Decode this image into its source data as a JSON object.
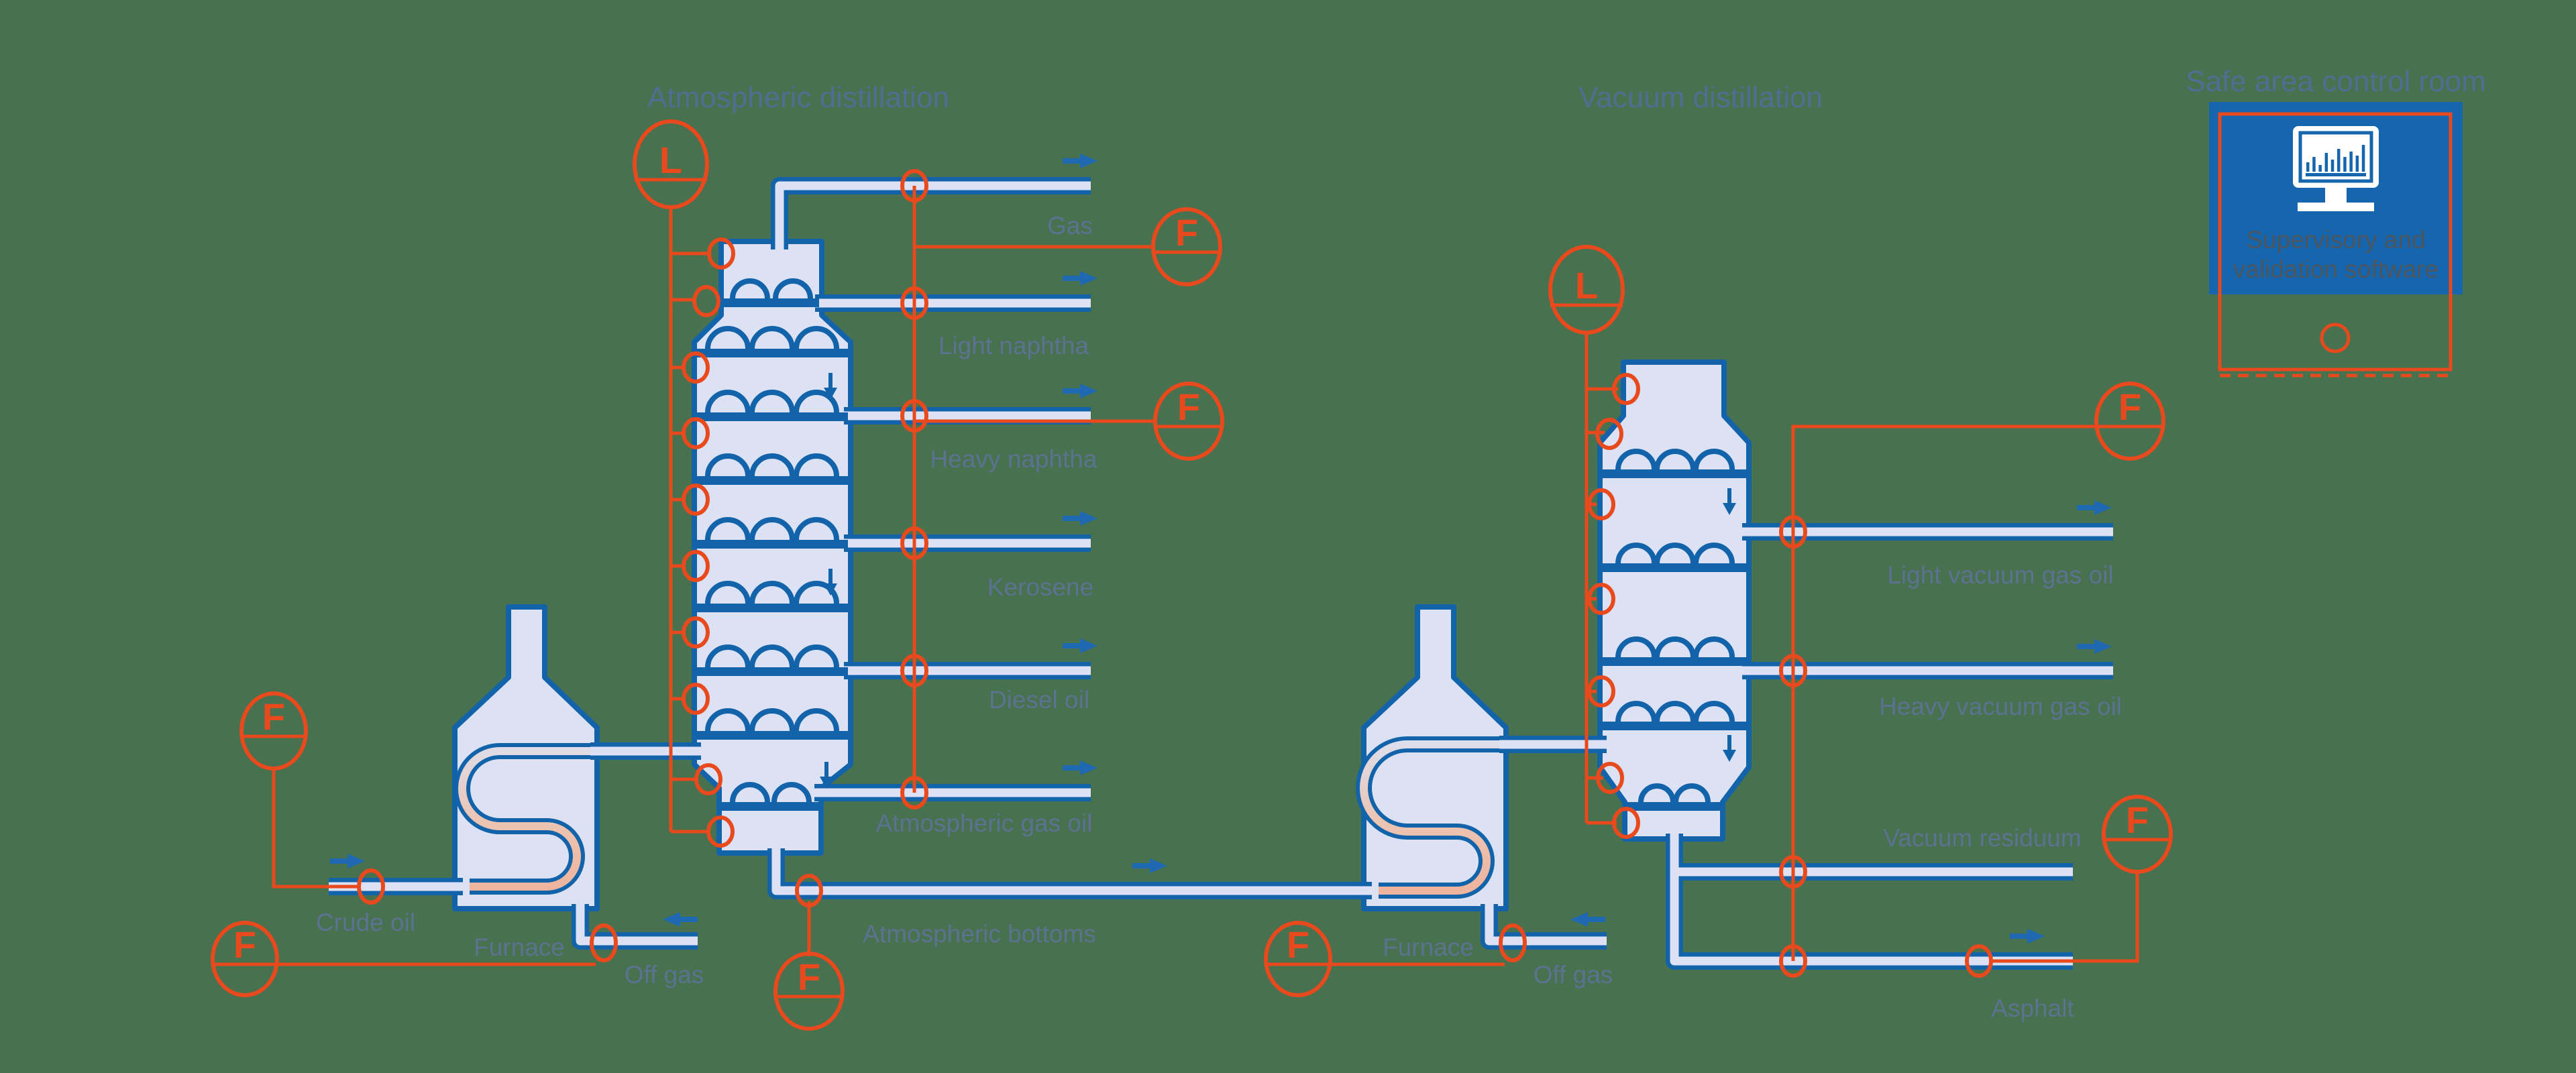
{
  "titles": {
    "atmospheric": "Atmospheric distillation",
    "vacuum": "Vacuum distillation",
    "control_room": "Safe area control room"
  },
  "labels": {
    "gas": "Gas",
    "light_naphtha": "Light naphtha",
    "heavy_naphtha": "Heavy naphtha",
    "kerosene": "Kerosene",
    "diesel_oil": "Diesel oil",
    "atmospheric_gas_oil": "Atmospheric gas oil",
    "atmospheric_bottoms": "Atmospheric bottoms",
    "crude_oil": "Crude oil",
    "furnace_left": "Furnace",
    "off_gas_left": "Off gas",
    "furnace_right": "Furnace",
    "off_gas_right": "Off gas",
    "light_vacuum_gas_oil": "Light vacuum gas oil",
    "heavy_vacuum_gas_oil": "Heavy vacuum gas oil",
    "vacuum_residuum": "Vacuum residuum",
    "asphalt": "Asphalt"
  },
  "control_room": {
    "software_line1": "Supervisory and",
    "software_line2": "validation software"
  },
  "instruments": {
    "flow": "F",
    "level": "L"
  },
  "colors": {
    "background": "#48714f",
    "pipe_blue": "#1363aa",
    "vessel_fill": "#dce2f4",
    "instrument_orange": "#e8491d",
    "label_gray_blue": "#5b7291",
    "control_room_blue": "#1565af",
    "arrow_blue": "#1f68b2",
    "hot_coil": "#eeb39c"
  },
  "monitor_icon": {
    "bar_heights": [
      14,
      22,
      10,
      28,
      18,
      34,
      22,
      30,
      24,
      40
    ]
  }
}
